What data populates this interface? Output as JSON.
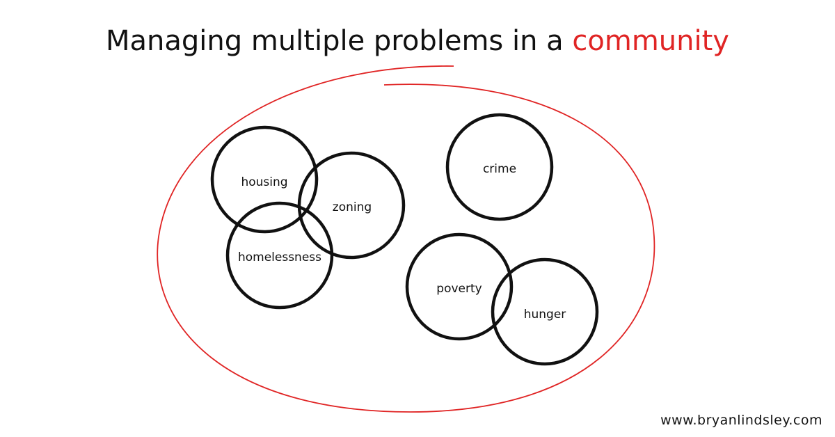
{
  "title": {
    "prefix": "Managing multiple problems in a ",
    "accent": "community",
    "accent_color": "#e02424",
    "text_color": "#111111"
  },
  "community_boundary": {
    "stroke_color": "#e02424"
  },
  "problems": [
    {
      "id": "housing",
      "label": "housing"
    },
    {
      "id": "zoning",
      "label": "zoning"
    },
    {
      "id": "homelessness",
      "label": "homelessness"
    },
    {
      "id": "crime",
      "label": "crime"
    },
    {
      "id": "poverty",
      "label": "poverty"
    },
    {
      "id": "hunger",
      "label": "hunger"
    }
  ],
  "footer": {
    "url": "www.bryanlindsley.com"
  }
}
